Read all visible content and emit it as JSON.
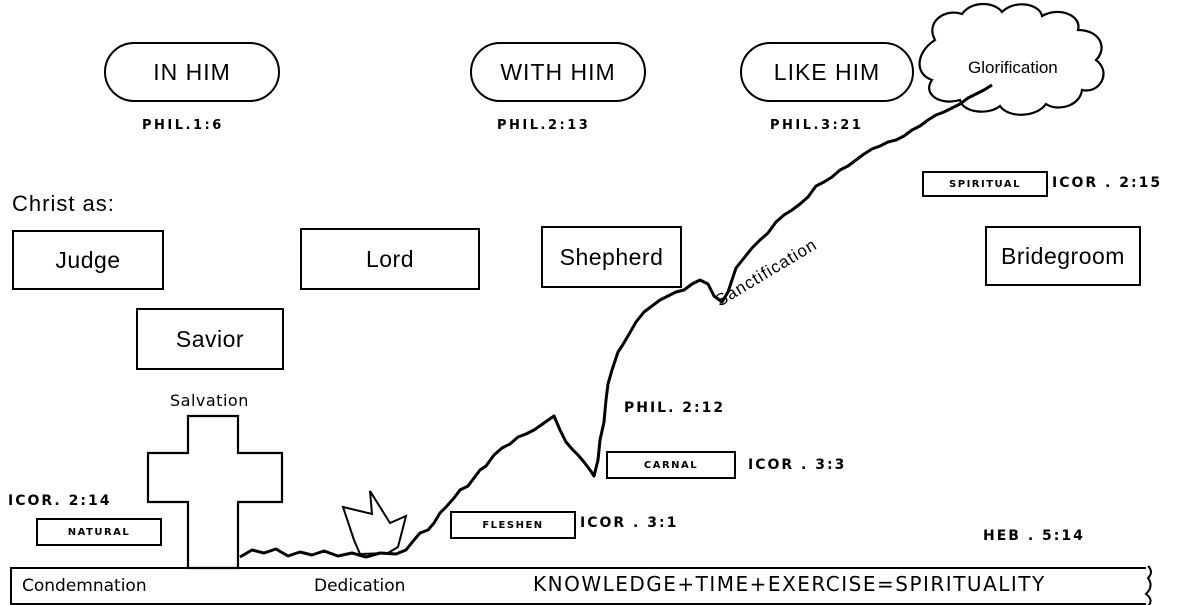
{
  "top_labels": {
    "in_him": "IN HIM",
    "with_him": "WITH HIM",
    "like_him": "LIKE HIM",
    "glorification": "Glorification"
  },
  "references": {
    "phil_1_6": "PHIL.1:6",
    "phil_2_13": "PHIL.2:13",
    "phil_3_21": "PHIL.3:21",
    "phil_2_12": "PHIL. 2:12",
    "icor_2_14": "ICOR. 2:14",
    "icor_2_15": "ICOR . 2:15",
    "icor_3_3": "ICOR . 3:3",
    "icor_3_1": "ICOR . 3:1",
    "heb_5_14": "HEB . 5:14"
  },
  "christ_as": {
    "heading": "Christ as:",
    "roles": [
      "Judge",
      "Savior",
      "Lord",
      "Shepherd",
      "Bridegroom"
    ]
  },
  "stages": {
    "natural": "NATURAL",
    "fleshen": "FLESHEN",
    "carnal": "CARNAL",
    "spiritual": "SPIRITUAL"
  },
  "path_labels": {
    "salvation": "Salvation",
    "sanctification": "Sanctification"
  },
  "baseline": {
    "condemnation": "Condemnation",
    "dedication": "Dedication",
    "formula": "KNOWLEDGE+TIME+EXERCISE=SPIRITUALITY"
  }
}
